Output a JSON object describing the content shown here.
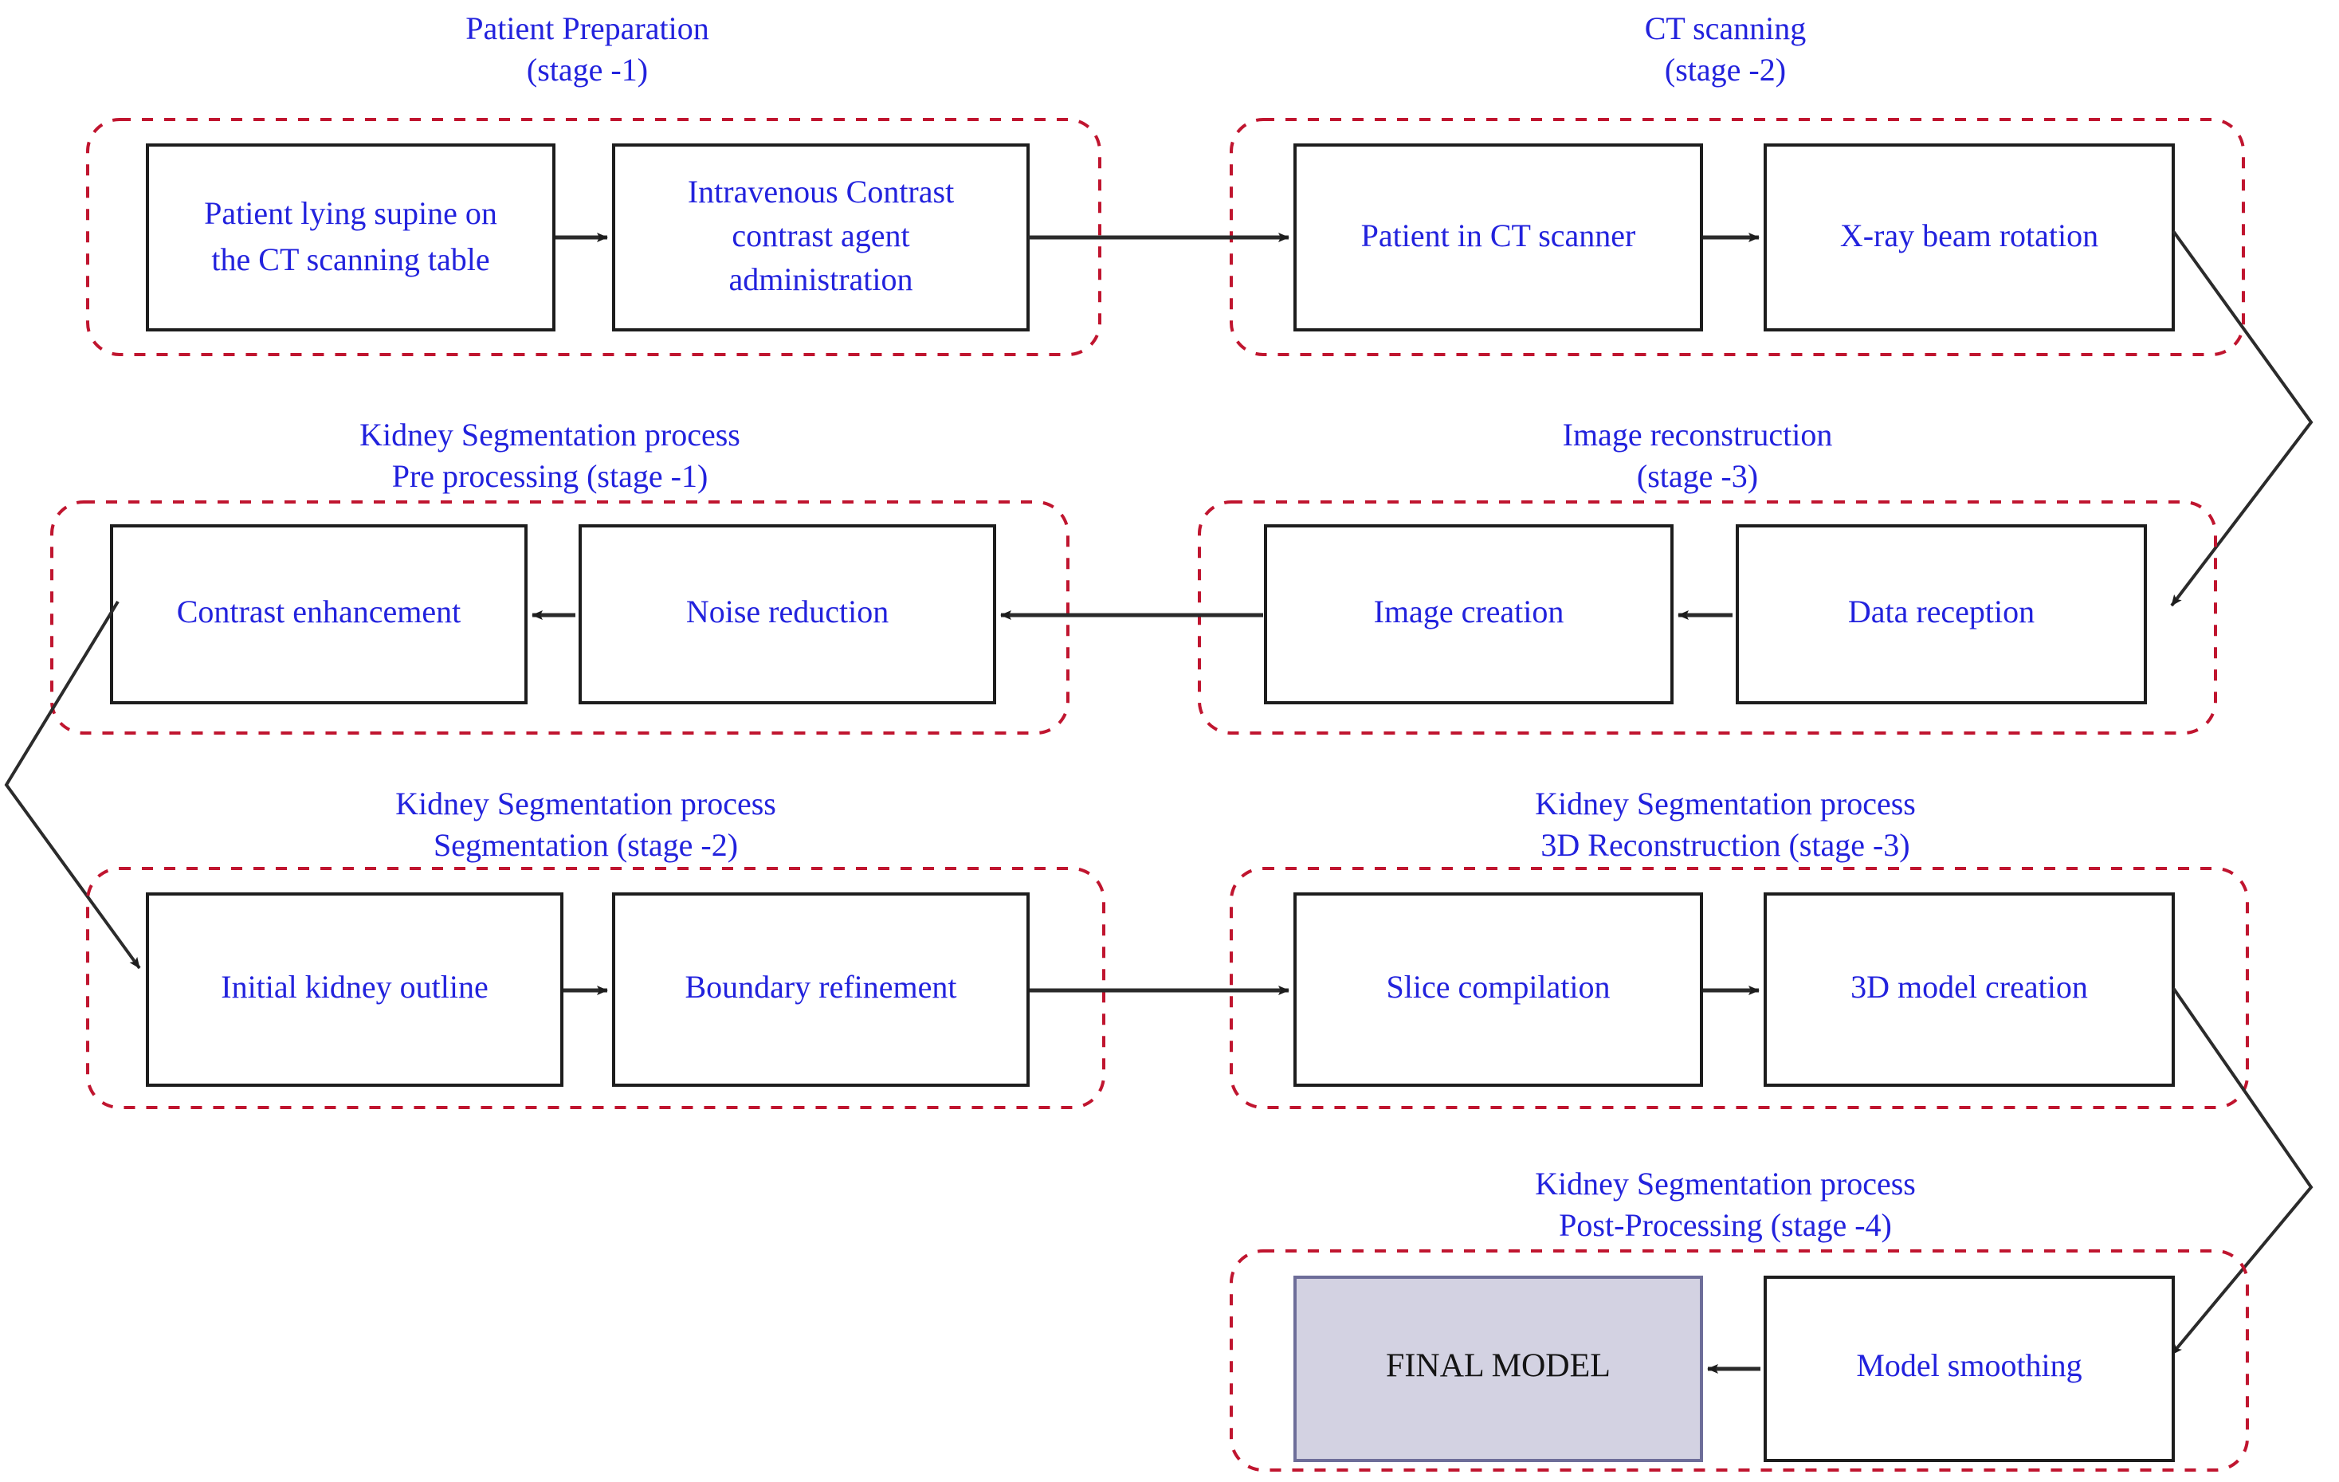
{
  "diagram": {
    "title_color": "#2222dd",
    "group_border_color": "#c0152f",
    "node_border_color": "#1d1d1d",
    "final_node_fill": "#d3d2e2",
    "connector_color": "#2b2b2b",
    "background": "#ffffff"
  },
  "groups": [
    {
      "id": "patient-preparation",
      "title_line1": "Patient Preparation",
      "title_line2": "(stage -1)",
      "nodes": [
        {
          "id": "patient-lying-supine",
          "lines": [
            "Patient lying supine on",
            "the CT scanning table"
          ]
        },
        {
          "id": "intravenous-contrast",
          "lines": [
            "Intravenous Contrast",
            "contrast agent",
            "administration"
          ]
        }
      ]
    },
    {
      "id": "ct-scanning",
      "title_line1": "CT scanning",
      "title_line2": "(stage -2)",
      "nodes": [
        {
          "id": "patient-in-ct-scanner",
          "lines": [
            "Patient in CT scanner"
          ]
        },
        {
          "id": "xray-beam-rotation",
          "lines": [
            "X-ray beam rotation"
          ]
        }
      ]
    },
    {
      "id": "kidney-preprocessing",
      "title_line1": "Kidney Segmentation process",
      "title_line2": "Pre processing (stage -1)",
      "nodes": [
        {
          "id": "contrast-enhancement",
          "lines": [
            "Contrast enhancement"
          ]
        },
        {
          "id": "noise-reduction",
          "lines": [
            "Noise reduction"
          ]
        }
      ]
    },
    {
      "id": "image-reconstruction",
      "title_line1": "Image reconstruction",
      "title_line2": "(stage -3)",
      "nodes": [
        {
          "id": "image-creation",
          "lines": [
            "Image creation"
          ]
        },
        {
          "id": "data-reception",
          "lines": [
            "Data reception"
          ]
        }
      ]
    },
    {
      "id": "kidney-segmentation",
      "title_line1": "Kidney Segmentation process",
      "title_line2": "Segmentation (stage -2)",
      "nodes": [
        {
          "id": "initial-kidney-outline",
          "lines": [
            "Initial kidney outline"
          ]
        },
        {
          "id": "boundary-refinement",
          "lines": [
            "Boundary refinement"
          ]
        }
      ]
    },
    {
      "id": "kidney-3d-reconstruction",
      "title_line1": "Kidney Segmentation process",
      "title_line2": "3D Reconstruction (stage -3)",
      "nodes": [
        {
          "id": "slice-compilation",
          "lines": [
            "Slice compilation"
          ]
        },
        {
          "id": "3d-model-creation",
          "lines": [
            "3D model creation"
          ]
        }
      ]
    },
    {
      "id": "kidney-post-processing",
      "title_line1": "Kidney Segmentation process",
      "title_line2": "Post-Processing (stage -4)",
      "nodes": [
        {
          "id": "final-model",
          "lines": [
            "FINAL MODEL"
          ]
        },
        {
          "id": "model-smoothing",
          "lines": [
            "Model smoothing"
          ]
        }
      ]
    }
  ],
  "flow_order": [
    "Patient lying supine on the CT scanning table",
    "Intravenous Contrast contrast agent administration",
    "Patient in CT scanner",
    "X-ray beam rotation",
    "Data reception",
    "Image creation",
    "Noise reduction",
    "Contrast enhancement",
    "Initial kidney outline",
    "Boundary refinement",
    "Slice compilation",
    "3D model creation",
    "Model smoothing",
    "FINAL MODEL"
  ]
}
